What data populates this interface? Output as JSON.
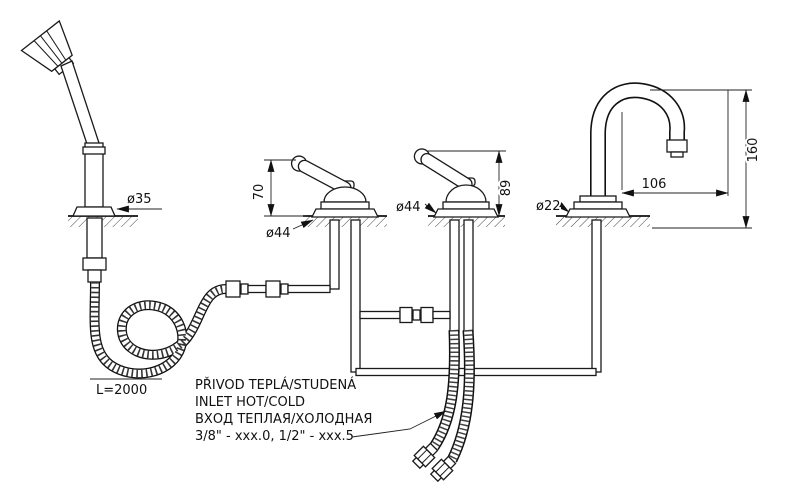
{
  "drawing": {
    "title": "bath-rim-mixer-technical-drawing",
    "dims": {
      "shower_head_dia": "ø35",
      "hose_length": "L=2000",
      "left_valve_height": "70",
      "left_valve_dia": "ø44",
      "right_valve_dia": "ø44",
      "right_valve_height": "89",
      "spout_dia": "ø22",
      "spout_reach": "106",
      "spout_height": "160"
    },
    "notes": [
      "PŘIVOD TEPLÁ/STUDENÁ",
      "INLET HOT/COLD",
      "ВХОД ТЕПЛАЯ/ХОЛОДНАЯ",
      "3/8\" - xxx.0, 1/2\" - xxx.5"
    ],
    "colors": {
      "line": "#1a1a1a",
      "background": "#ffffff"
    }
  }
}
